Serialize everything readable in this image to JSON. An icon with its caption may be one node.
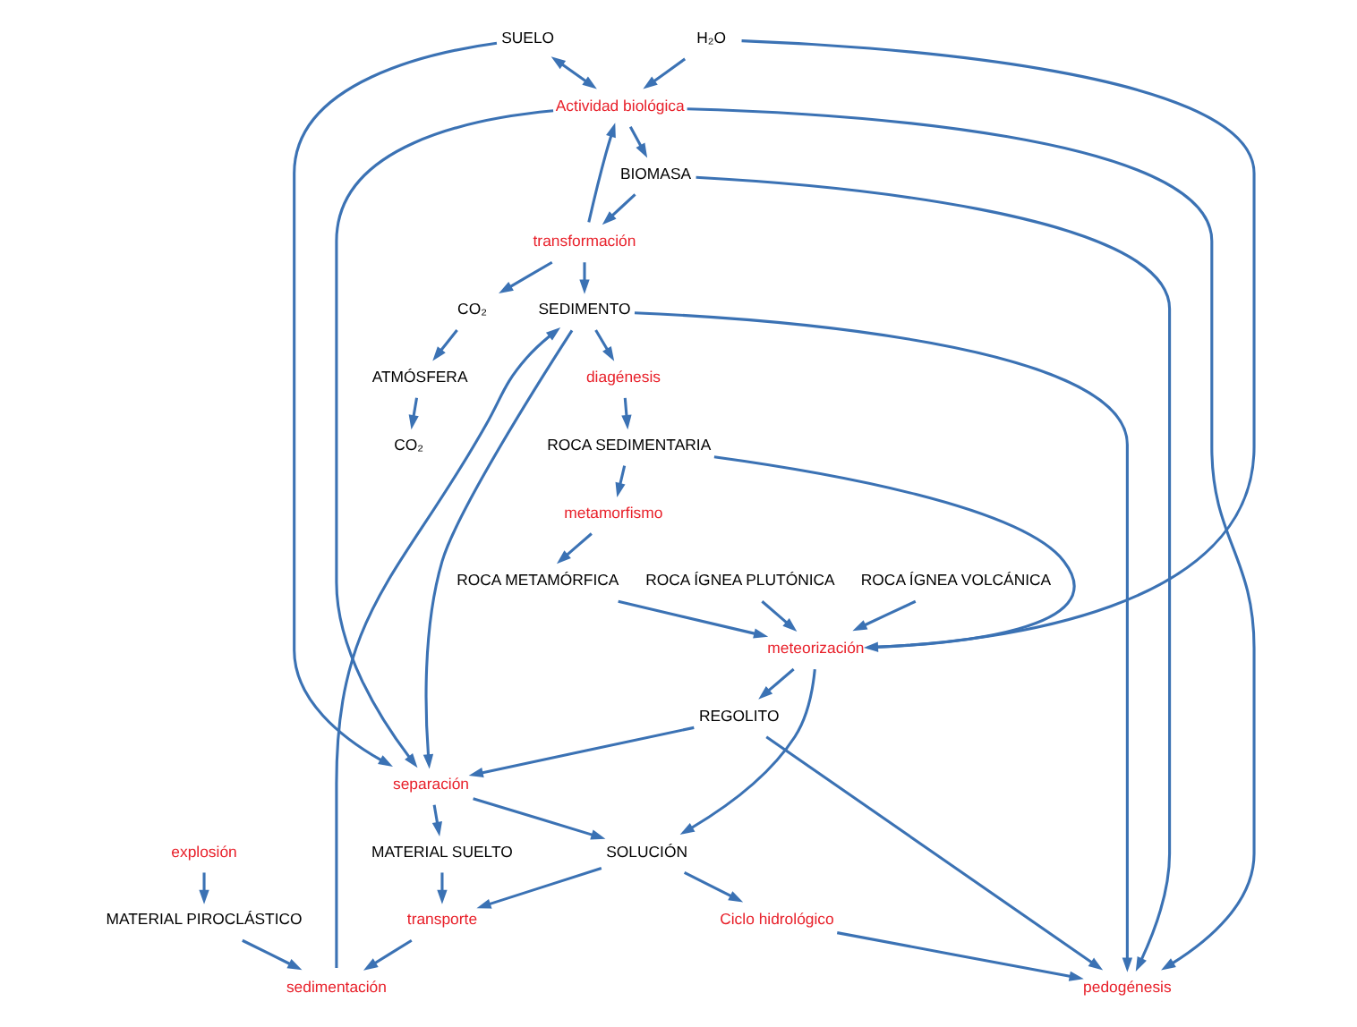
{
  "diagram": {
    "nodes": [
      {
        "text": [
          "SEDIMENTO"
        ]
      },
      {
        "text": [
          "ATMÓSFERA"
        ]
      },
      {
        "text": [
          "MATERIAL PIROCLÁSTICO"
        ]
      },
      {
        "text": [
          "sedimentación"
        ]
      },
      {
        "text": [
          "CO₂"
        ]
      },
      {
        "text": [
          "CO₂"
        ]
      },
      {
        "text": [
          "H₂O"
        ]
      },
      {
        "text": [
          "diagénesis"
        ]
      },
      {
        "text": [
          "transporte"
        ]
      },
      {
        "text": [
          "explosión"
        ]
      },
      {
        "text": [
          "transformación"
        ]
      },
      {
        "text": [
          "MATERIAL SUELTO"
        ]
      },
      {
        "text": [
          "ROCA SEDIMENTARIA"
        ]
      },
      {
        "text": [
          "BIOMASA"
        ]
      },
      {
        "text": [
          "SUELO"
        ]
      },
      {
        "text": [
          "separación"
        ]
      },
      {
        "text": [
          "Actividad biológica"
        ]
      },
      {
        "text": [
          "pedogénesis"
        ]
      },
      {
        "text": [
          "SOLUCIÓN"
        ]
      },
      {
        "text": [
          "REGOLITO"
        ]
      },
      {
        "text": [
          "Ciclo hidrológico"
        ]
      },
      {
        "text": [
          "ROCA ÍGNEA VOLCÁNICA"
        ]
      },
      {
        "text": [
          "metamorfismo"
        ]
      },
      {
        "text": [
          "meteorización"
        ]
      },
      {
        "text": [
          "ROCA ÍGNEA PLUTÓNICA"
        ]
      },
      {
        "text": [
          "ROCA METAMÓRFICA"
        ]
      }
    ],
    "edges": [
      {
        "from": 9,
        "to": 2,
        "arrow": "to"
      },
      {
        "from": 2,
        "to": 3,
        "arrow": "to"
      },
      {
        "from": 3,
        "to": 0,
        "arrow": "to"
      },
      {
        "from": 8,
        "to": 3,
        "arrow": "to"
      },
      {
        "from": 11,
        "to": 8,
        "arrow": "to"
      },
      {
        "from": 0,
        "to": 7,
        "arrow": "to"
      },
      {
        "from": 7,
        "to": 12,
        "arrow": "to"
      },
      {
        "from": 10,
        "to": 0,
        "arrow": "to"
      },
      {
        "from": 4,
        "to": 1,
        "arrow": "to"
      },
      {
        "from": 1,
        "to": 5,
        "arrow": "to"
      },
      {
        "from": 10,
        "to": 4,
        "arrow": "to"
      },
      {
        "from": 10,
        "to": 16,
        "arrow": "to"
      },
      {
        "from": 13,
        "to": 10,
        "arrow": "to"
      },
      {
        "from": 16,
        "to": 13,
        "arrow": "to"
      },
      {
        "from": 0,
        "to": 15,
        "arrow": "to"
      },
      {
        "from": 13,
        "to": 17,
        "arrow": "to"
      },
      {
        "from": 0,
        "to": 17,
        "arrow": "to"
      },
      {
        "from": 20,
        "to": 17,
        "arrow": "to"
      },
      {
        "from": 6,
        "to": 23,
        "arrow": "to"
      },
      {
        "from": 6,
        "to": 16,
        "arrow": "to"
      },
      {
        "from": 14,
        "to": 15,
        "arrow": "to"
      },
      {
        "from": 14,
        "to": 16,
        "arrow": "both"
      },
      {
        "from": 16,
        "to": 15,
        "arrow": "to"
      },
      {
        "from": 15,
        "to": 11,
        "arrow": "to"
      },
      {
        "from": 19,
        "to": 15,
        "arrow": "to"
      },
      {
        "from": 19,
        "to": 17,
        "arrow": "to"
      },
      {
        "from": 15,
        "to": 18,
        "arrow": "to"
      },
      {
        "from": 18,
        "to": 20,
        "arrow": "to"
      },
      {
        "from": 16,
        "to": 17,
        "arrow": "to"
      },
      {
        "from": 18,
        "to": 8,
        "arrow": "to"
      },
      {
        "from": 12,
        "to": 23,
        "arrow": "none"
      },
      {
        "from": 12,
        "to": 22,
        "arrow": "to"
      },
      {
        "from": 22,
        "to": 25,
        "arrow": "to"
      },
      {
        "from": 21,
        "to": 23,
        "arrow": "to"
      },
      {
        "from": 23,
        "to": 19,
        "arrow": "to"
      },
      {
        "from": 23,
        "to": 18,
        "arrow": "to"
      },
      {
        "from": 24,
        "to": 23,
        "arrow": "to"
      },
      {
        "from": 25,
        "to": 23,
        "arrow": "to"
      }
    ]
  }
}
